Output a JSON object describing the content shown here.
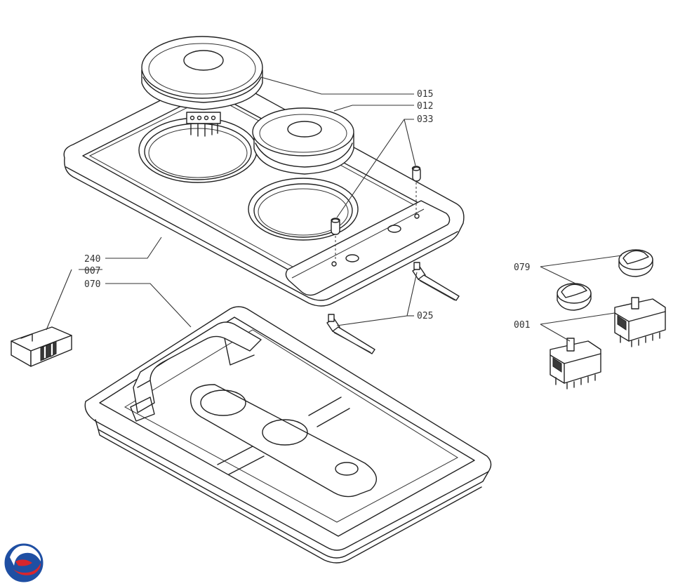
{
  "callouts": {
    "c015": "015",
    "c012": "012",
    "c033": "033",
    "c240": "240",
    "c007": "007",
    "c070": "070",
    "c025": "025",
    "c079": "079",
    "c001": "001"
  },
  "logo": {
    "icon": "brand-logo-icon",
    "colors": [
      "#1f4fa3",
      "#d8262d"
    ]
  },
  "colors": {
    "line": "#222222",
    "background": "#ffffff"
  }
}
